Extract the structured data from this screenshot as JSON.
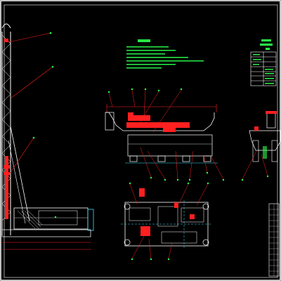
{
  "drawing": {
    "background": "#000000",
    "frame_color": "#ffffff",
    "leader_color": "#ff2020",
    "machine_color": "#ffffff",
    "note_color": "#2bff4a",
    "title_text_color": "#2bff4a",
    "accent_cyan": "#40e0ff",
    "accent_red": "#ff2020"
  },
  "views": {
    "main_elevation": {
      "name": "rig-mast-elevation"
    },
    "carrier_side": {
      "name": "carrier-side-view"
    },
    "carrier_plan": {
      "name": "carrier-plan-view"
    },
    "end_view": {
      "name": "carrier-end-view"
    }
  },
  "icons": {
    "note_block": "technical-notes-icon",
    "spec_table": "specification-table-icon",
    "title_block": "title-block-icon"
  }
}
